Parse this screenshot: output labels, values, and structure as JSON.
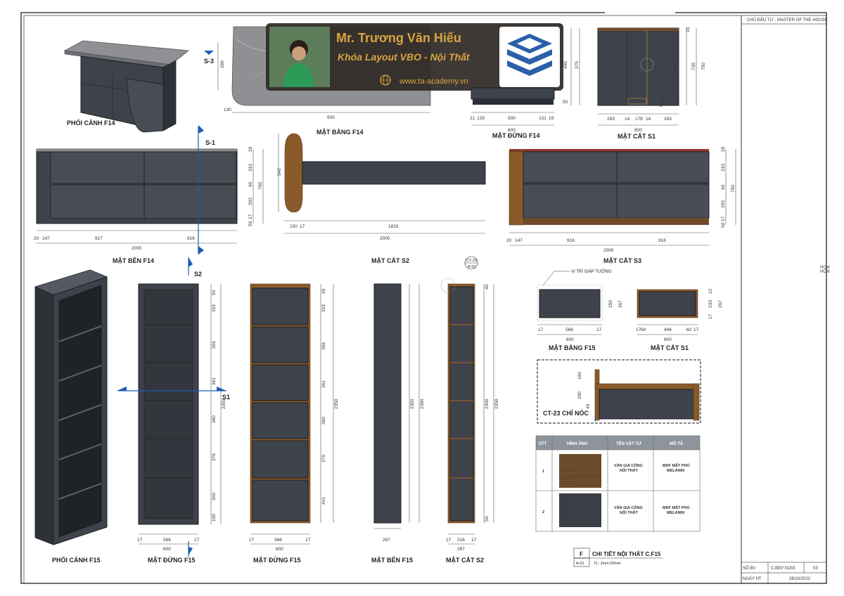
{
  "banner": {
    "name": "Mr. Trương Văn Hiếu",
    "course": "Khóa Layout VBO - Nội Thất",
    "website": "www.ta-academy.vn"
  },
  "title_block": {
    "owner": "CHỦ ĐẦU TƯ - MASTER OF THE HOUSE",
    "sheet_no_label": "SỐ BV",
    "sheet_no": "C.BEP 01/03",
    "page": "03",
    "date_label": "NGÀY HT",
    "date": "28/10/2022"
  },
  "views": {
    "f14_perspective": "PHỐI CẢNH F14",
    "f14_plan": "MẶT BẰNG F14",
    "f14_front": "MẶT ĐỨNG F14",
    "s1_section_top": "MẶT CẮT S1",
    "f14_side": "MẶT BÊN F14",
    "s2_section_top": "MẶT CẮT S2",
    "s3_section": "MẶT CẮT S3",
    "f15_perspective": "PHỐI CẢNH F15",
    "f15_front_a": "MẶT ĐỨNG  F15",
    "f15_front_b": "MẶT ĐỨNG  F15",
    "f15_side": "MẶT BÊN  F15",
    "s2_section": "MẶT CẮT S2",
    "f15_plan": "MẶT BẰNG F15",
    "s1_section": "MẶT CẮT S1",
    "wall_note": "VỊ TRÍ GIÁP TƯỜNG",
    "ct23_label": "CT-23 CHỈ NÓC",
    "ct23_tag": "CT-23",
    "ct23_ref": "A-01"
  },
  "section_marks": {
    "s3": "S-3",
    "s1": "S-1",
    "s2": "S2",
    "s1b": "S1"
  },
  "dims": {
    "f14_plan": {
      "w": "930",
      "d1": "289",
      "d2": "130"
    },
    "f14_front": {
      "total": "800",
      "a": "21",
      "b": "129",
      "c": "500",
      "d": "131",
      "e": "19",
      "h1": "400",
      "h2": "375",
      "h3": "50",
      "h4": "10"
    },
    "s1_top": {
      "total": "800",
      "a": "283",
      "b": "14",
      "c": "178",
      "d": "14",
      "e": "283",
      "h1": "10",
      "h2": "330",
      "h3": "730",
      "h4": "750",
      "h5": "680",
      "h6": "313",
      "h7": "20",
      "h8": "8"
    },
    "f14_side": {
      "total": "2000",
      "a": "20",
      "b": "147",
      "c": "917",
      "d": "916",
      "h1": "20",
      "h2": "310",
      "h3": "60",
      "h4": "293",
      "h5": "750",
      "h6": "17",
      "h7": "50"
    },
    "s2_top": {
      "total": "2000",
      "a": "150",
      "b": "17",
      "c": "1833",
      "h": "542"
    },
    "s3": {
      "total": "2000",
      "a": "20",
      "b": "147",
      "c": "916",
      "d": "916",
      "h1": "20",
      "h2": "310",
      "h3": "60",
      "h4": "293",
      "h5": "750",
      "h6": "17",
      "h7": "50"
    },
    "f15_front_a": {
      "total": "600",
      "a": "17",
      "b": "566",
      "c": "17",
      "h": [
        "50",
        "17",
        "319",
        "17",
        "356",
        "17",
        "361",
        "17",
        "360",
        "17",
        "376",
        "17",
        "340",
        "17",
        "100"
      ],
      "H": "2350"
    },
    "f15_front_b": {
      "total": "600",
      "a": "17",
      "b": "566",
      "c": "17",
      "h": [
        "40",
        "17",
        "319",
        "17",
        "359",
        "17",
        "361",
        "17",
        "360",
        "17",
        "376",
        "17",
        "441"
      ],
      "H": "2350"
    },
    "f15_side": {
      "w": "267",
      "H1": "2350",
      "H2": "2390"
    },
    "s2": {
      "total": "267",
      "a": "17",
      "b": "216",
      "c": "17",
      "H1": "2300",
      "H2": "2350",
      "h1": "40",
      "h2": "50"
    },
    "f15_plan": {
      "total": "600",
      "a": "17",
      "b": "566",
      "c": "17",
      "h1": "250",
      "h2": "267"
    },
    "s1": {
      "total": "600",
      "a": "17",
      "b": "60",
      "c": "446",
      "d": "60",
      "e": "17",
      "h1": "12",
      "h2": "233",
      "h3": "267",
      "h4": "17"
    },
    "ct23": {
      "a": "160",
      "b": "200",
      "c": "40"
    }
  },
  "materials_table": {
    "headers": [
      "STT",
      "HÌNH ẢNH",
      "TÊN VẬT TƯ",
      "MÔ TẢ"
    ],
    "rows": [
      {
        "stt": "1",
        "name": "VÁN GIA CÔNG\nNỘI THẤT",
        "desc": "MDF MẶT PHỦ\nMELANIN",
        "swatch": "#6b4a2c"
      },
      {
        "stt": "2",
        "name": "VÁN GIA CÔNG\nNỘI THẤT",
        "desc": "MDF MẶT PHỦ\nMELANIN",
        "swatch": "#3a3e45"
      }
    ]
  },
  "detail_ref": {
    "letter": "F",
    "title": "CHI TIẾT NỘI THẤT C.F15",
    "ref": "A-01",
    "scale": "TL: 1mm:20mm"
  },
  "side_notes": [
    "HCM",
    "HCM"
  ],
  "colors": {
    "cabinet": "#3e434b",
    "wood": "#8a5a2b",
    "marble": "#8f9094",
    "section_blue": "#1a5fb4",
    "table_header": "#8d949c",
    "banner_bg": "#2f2a26",
    "logo_blue": "#2b5fa8"
  }
}
